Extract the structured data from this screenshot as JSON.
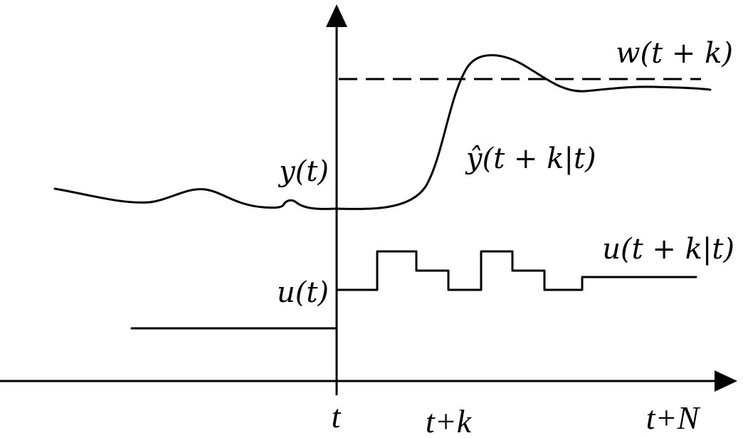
{
  "labels": {
    "reference": "w(t + k)",
    "predicted_output": "ŷ(t + k|t)",
    "past_output": "y(t)",
    "past_input": "u(t)",
    "future_input": "u(t + k|t)"
  },
  "ticks": {
    "t": "t",
    "t_plus_k": "t+k",
    "t_plus_N": "t+N"
  }
}
